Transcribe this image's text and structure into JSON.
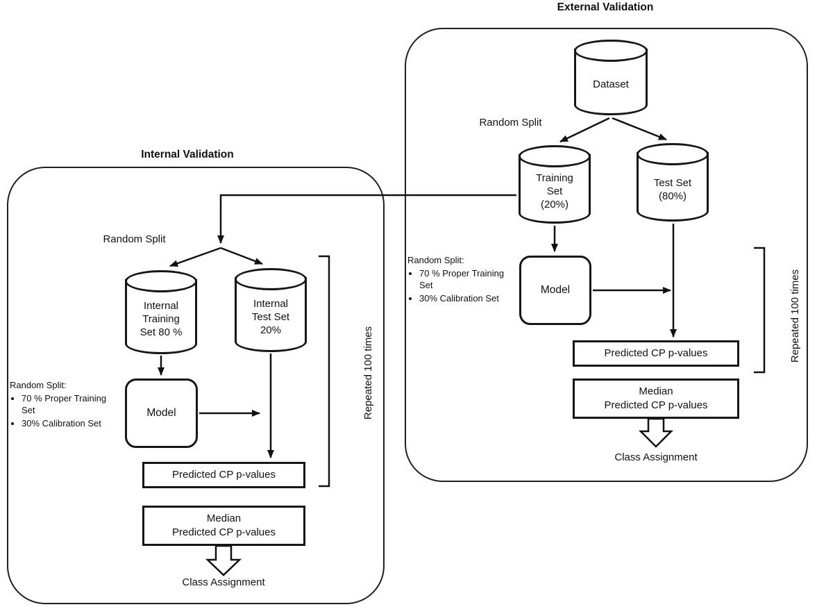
{
  "internal": {
    "title": "Internal Validation",
    "random_split_label": "Random Split",
    "note": {
      "title": "Random Split:",
      "item1": "70 % Proper Training Set",
      "item2": "30% Calibration Set"
    },
    "training_cylinder": "Internal\nTraining\nSet 80 %",
    "test_cylinder": "Internal\nTest Set\n20%",
    "model_label": "Model",
    "predicted_label": "Predicted CP p-values",
    "median_label": "Median\nPredicted CP p-values",
    "repeated_label": "Repeated 100 times",
    "class_assignment_label": "Class Assignment"
  },
  "external": {
    "title": "External Validation",
    "dataset_cylinder": "Dataset",
    "random_split_label": "Random Split",
    "note": {
      "title": "Random Split:",
      "item1": "70 % Proper Training Set",
      "item2": "30% Calibration Set"
    },
    "training_cylinder": "Training\nSet\n(20%)",
    "test_cylinder": "Test Set\n(80%)",
    "model_label": "Model",
    "predicted_label": "Predicted CP p-values",
    "median_label": "Median\nPredicted CP p-values",
    "repeated_label": "Repeated 100 times",
    "class_assignment_label": "Class Assignment"
  }
}
